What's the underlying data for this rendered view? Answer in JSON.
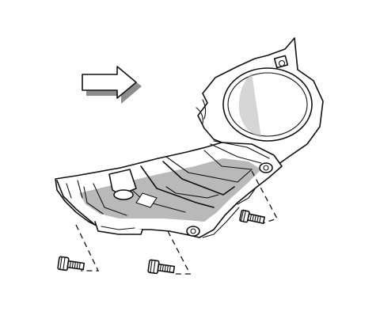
{
  "diagram": {
    "components": [
      {
        "id": "shield",
        "icon": "splash-shield-icon"
      },
      {
        "id": "arrow",
        "icon": "direction-arrow-icon"
      },
      {
        "id": "bolt-right",
        "icon": "bolt-icon"
      },
      {
        "id": "bolt-left",
        "icon": "bolt-icon"
      },
      {
        "id": "bolt-center",
        "icon": "bolt-icon"
      }
    ],
    "colors": {
      "line": "#111111",
      "shade": "#b9b9b9",
      "background": "#ffffff"
    }
  }
}
